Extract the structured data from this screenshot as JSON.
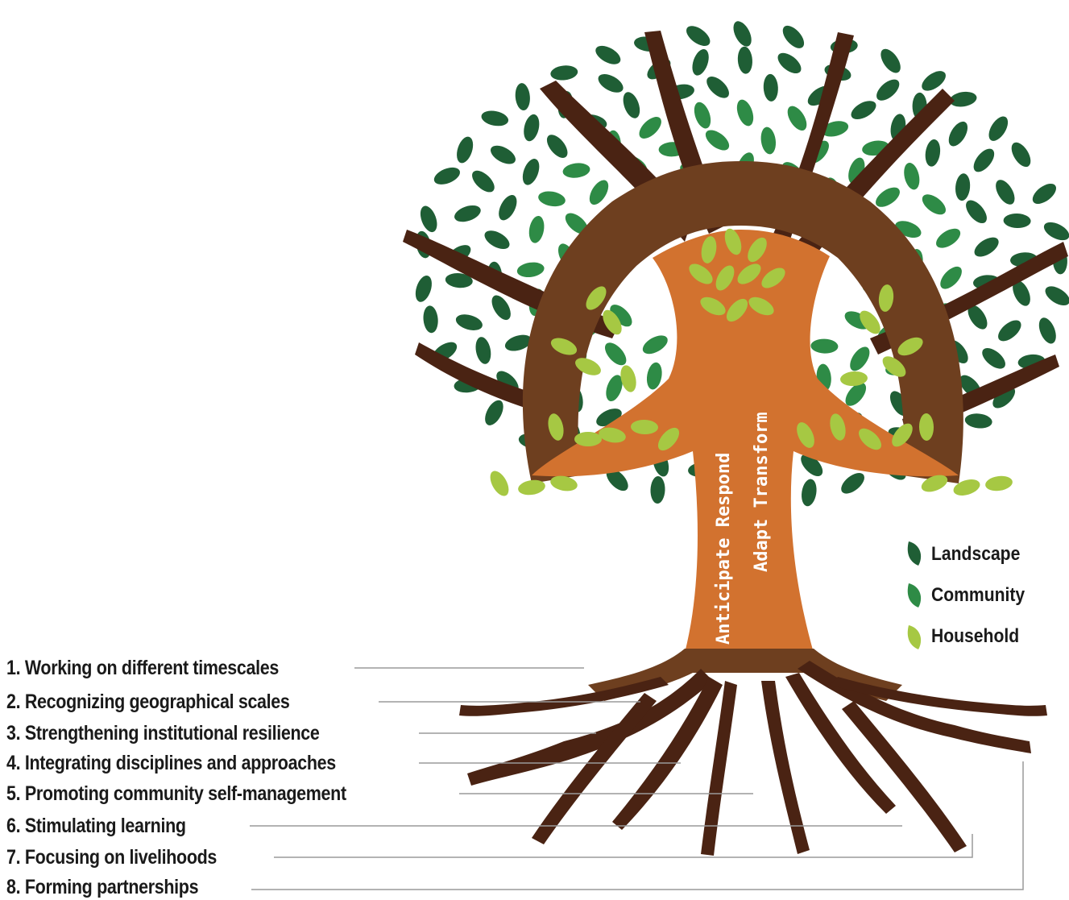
{
  "trunk": {
    "line1": "Anticipate Respond",
    "line2": "Adapt Transform"
  },
  "legend": [
    {
      "label": "Landscape",
      "color": "#1f5e35"
    },
    {
      "label": "Community",
      "color": "#2e8b46"
    },
    {
      "label": "Household",
      "color": "#a6c843"
    }
  ],
  "principles": [
    "1. Working on different timescales",
    "2. Recognizing geographical scales",
    "3. Strengthening institutional resilience",
    "4. Integrating disciplines and approaches",
    "5. Promoting community self-management",
    "6. Stimulating learning",
    "7. Focusing on livelihoods",
    "8. Forming partnerships"
  ],
  "colors": {
    "trunk_orange": "#d2722f",
    "branch_brown": "#6e3f1f",
    "root_dark": "#4a2313",
    "connector_gray": "#9a9a9a"
  },
  "icons": [
    "leaf-icon"
  ]
}
